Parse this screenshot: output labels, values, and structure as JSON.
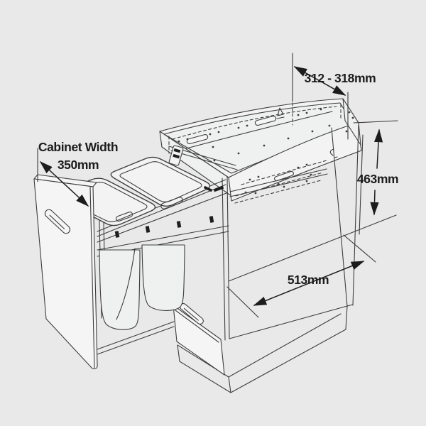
{
  "figure": {
    "type": "isometric-line-diagram",
    "colors": {
      "background": "#e9e9e9",
      "line": "#3d3d3d",
      "dimension_text": "#1c1c1c",
      "panel_fill": "#f3f3f3"
    }
  },
  "dimensions": {
    "cabinet_width": {
      "label": "Cabinet Width",
      "value": "350mm"
    },
    "top_width_range": "312 - 318mm",
    "internal_height": "463mm",
    "depth": "513mm"
  }
}
